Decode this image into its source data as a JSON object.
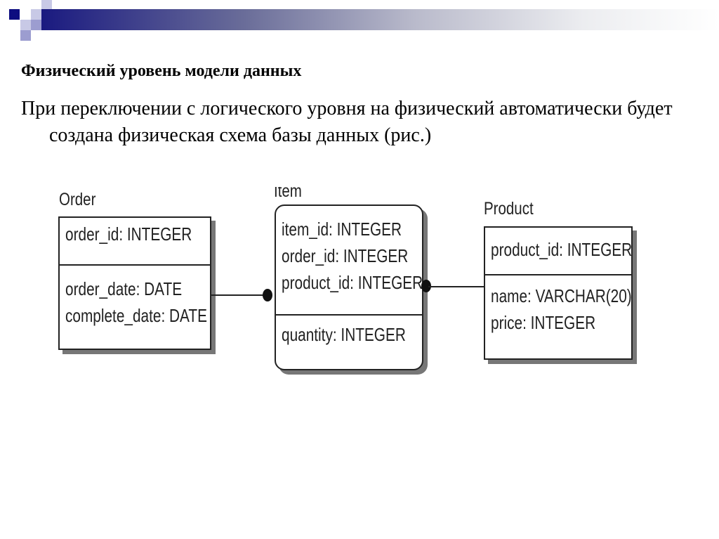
{
  "slide": {
    "title": "Физический уровень модели данных",
    "body": "При переключении с логического уровня на физический автоматически будет создана физическая схема базы данных (рис.)"
  },
  "diagram": {
    "entities": [
      {
        "name": "Order",
        "key_fields": [
          "order_id: INTEGER"
        ],
        "fields": [
          "order_date: DATE",
          "complete_date: DATE"
        ]
      },
      {
        "name": "Item",
        "key_fields": [
          "item_id: INTEGER",
          "order_id: INTEGER",
          "product_id: INTEGER"
        ],
        "fields": [
          "quantity: INTEGER"
        ]
      },
      {
        "name": "Product",
        "key_fields": [
          "product_id: INTEGER"
        ],
        "fields": [
          "name: VARCHAR(20)",
          "price: INTEGER"
        ]
      }
    ]
  },
  "colors": {
    "accent": "#1a1a80"
  }
}
